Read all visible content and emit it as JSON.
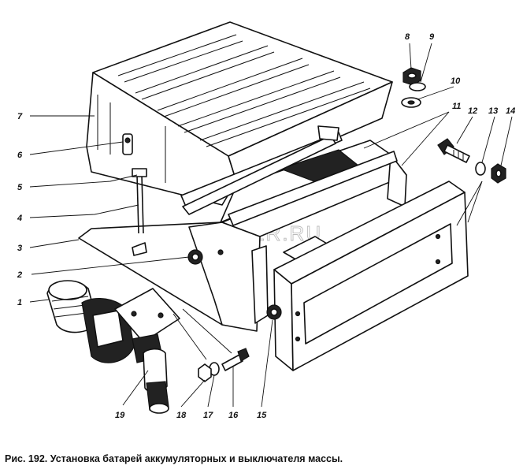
{
  "figure": {
    "caption": "Рис. 192. Установка батарей аккумуляторных и выключателя массы.",
    "watermark": "AUTOPITER.RU",
    "callouts_left": [
      "7",
      "6",
      "5",
      "4",
      "3",
      "2",
      "1"
    ],
    "callouts_top": [
      "8",
      "9",
      "10",
      "11",
      "12",
      "13",
      "14"
    ],
    "callouts_bottom": [
      "19",
      "18",
      "17",
      "16",
      "15"
    ]
  }
}
